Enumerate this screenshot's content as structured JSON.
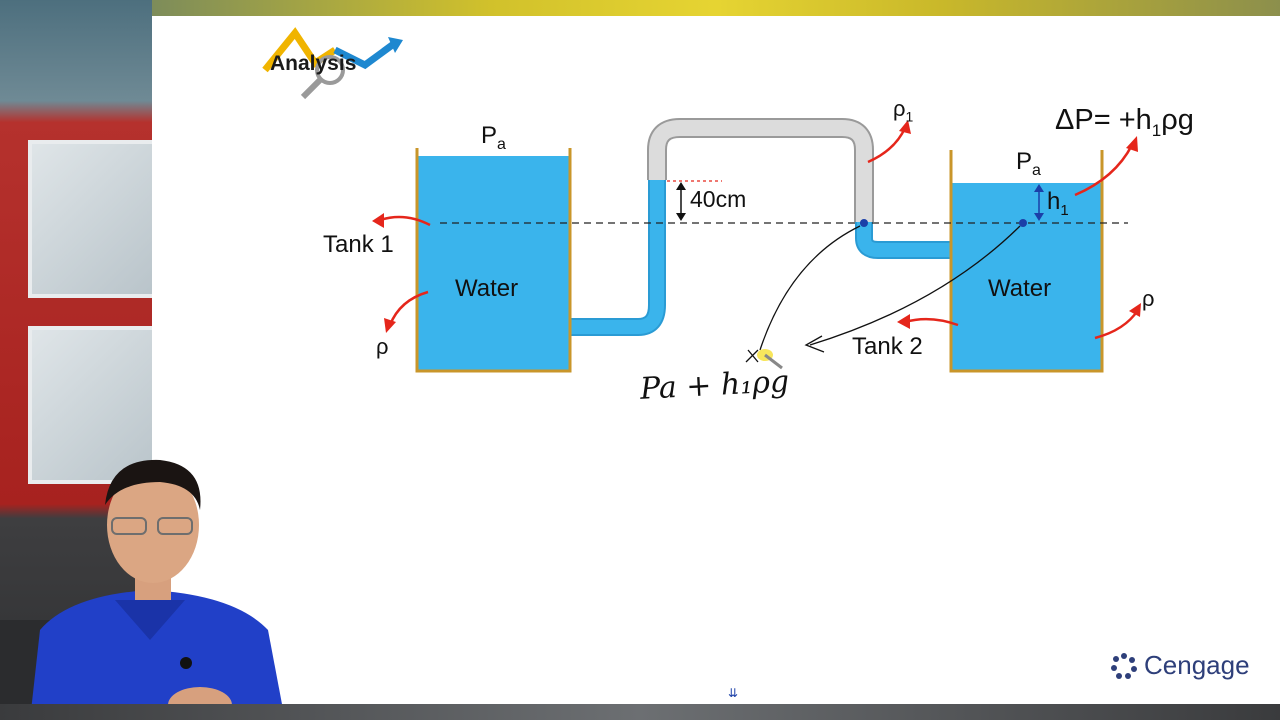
{
  "logo": {
    "text": "Analysis"
  },
  "labels": {
    "pa_tank1": "P",
    "pa_tank1_sub": "a",
    "pa_tank2": "P",
    "pa_tank2_sub": "a",
    "rho1": "ρ",
    "rho1_sub": "1",
    "delta_p_pre": "ΔP= +h",
    "delta_p_sub": "1",
    "delta_p_post": "ρg",
    "h1": "h",
    "h1_sub": "1",
    "height_40": "40cm",
    "tank1": "Tank 1",
    "tank2": "Tank 2",
    "water1": "Water",
    "water2": "Water",
    "rho_left": "ρ",
    "rho_right": "ρ",
    "handwriting": "Pa + h₁ρg"
  },
  "brand": {
    "name": "Cengage"
  },
  "colors": {
    "water": "#3ab4ec",
    "tank_wall": "#c9962a",
    "tube_gas": "#d9d9d9",
    "arrow": "#e5261b",
    "point": "#1b3fa8"
  }
}
